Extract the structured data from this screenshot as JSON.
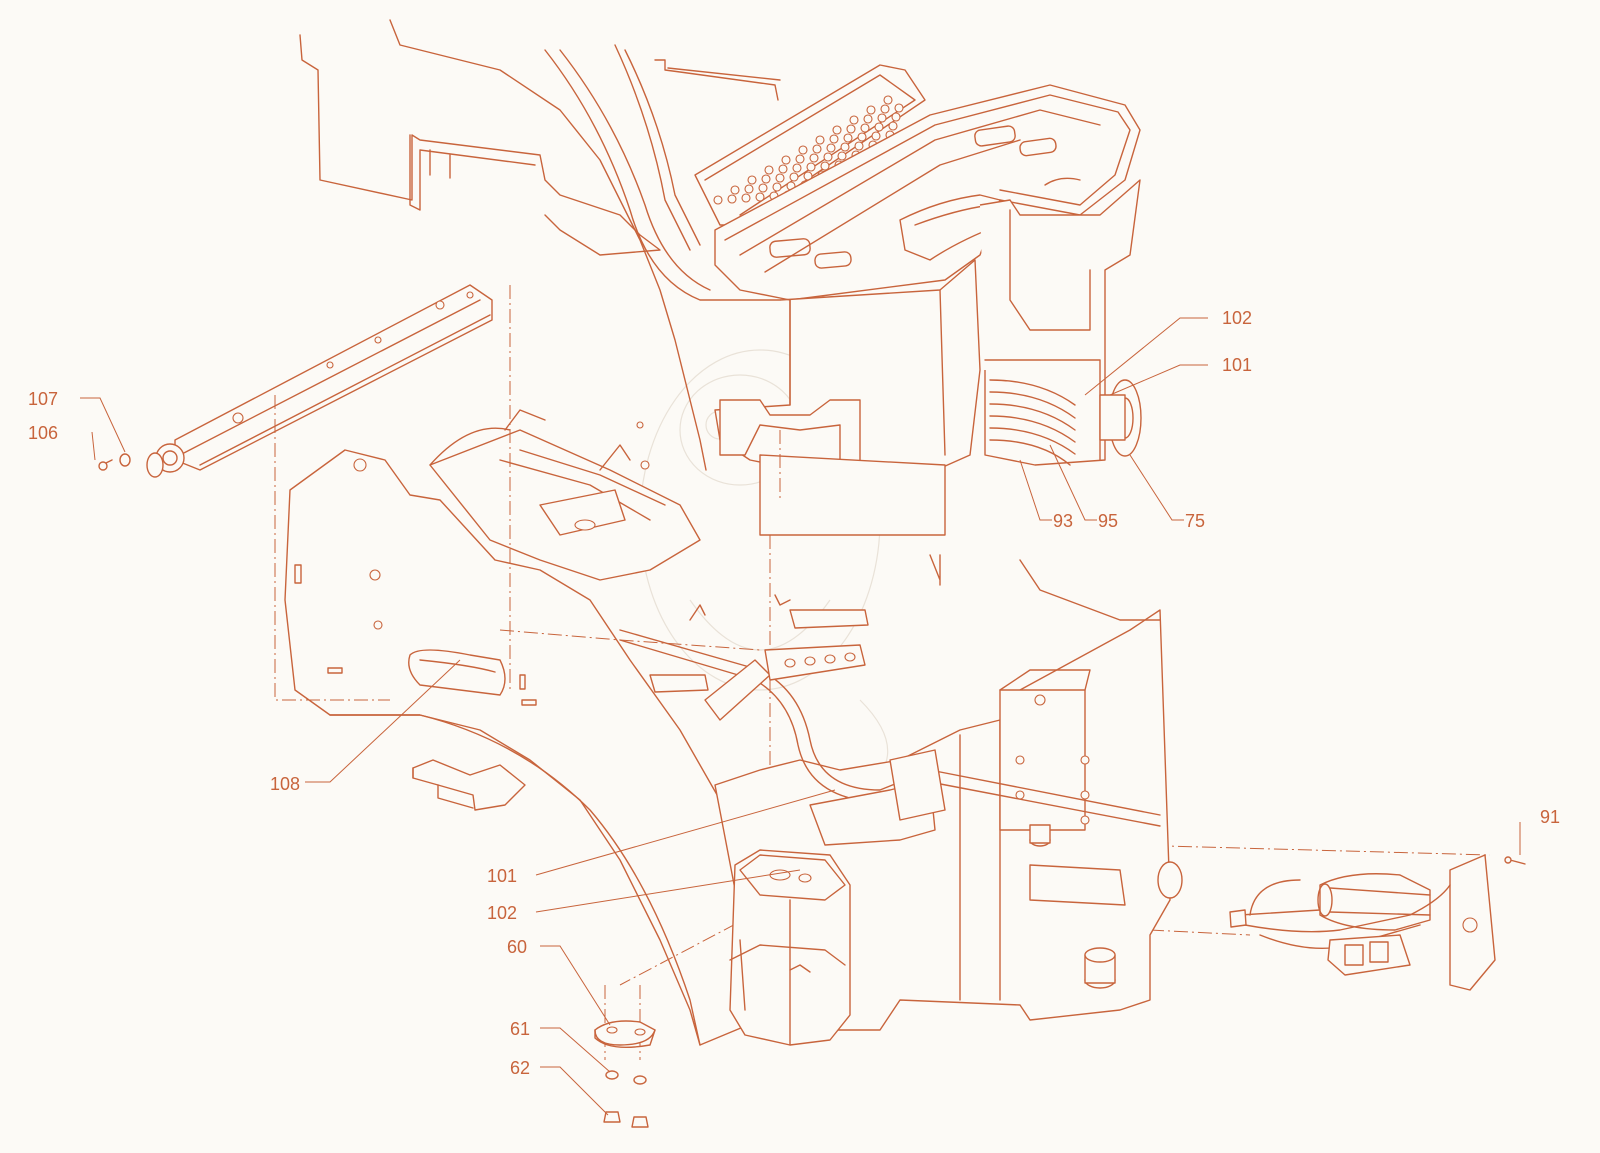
{
  "colors": {
    "line": "#c8643c",
    "background": "#fcfaf6"
  },
  "callouts": [
    {
      "id": "c-102-top",
      "label": "102"
    },
    {
      "id": "c-101-top",
      "label": "101"
    },
    {
      "id": "c-107",
      "label": "107"
    },
    {
      "id": "c-106",
      "label": "106"
    },
    {
      "id": "c-93",
      "label": "93"
    },
    {
      "id": "c-95",
      "label": "95"
    },
    {
      "id": "c-75",
      "label": "75"
    },
    {
      "id": "c-108",
      "label": "108"
    },
    {
      "id": "c-91",
      "label": "91"
    },
    {
      "id": "c-101-bottom",
      "label": "101"
    },
    {
      "id": "c-102-bottom",
      "label": "102"
    },
    {
      "id": "c-60",
      "label": "60"
    },
    {
      "id": "c-61",
      "label": "61"
    },
    {
      "id": "c-62",
      "label": "62"
    }
  ]
}
